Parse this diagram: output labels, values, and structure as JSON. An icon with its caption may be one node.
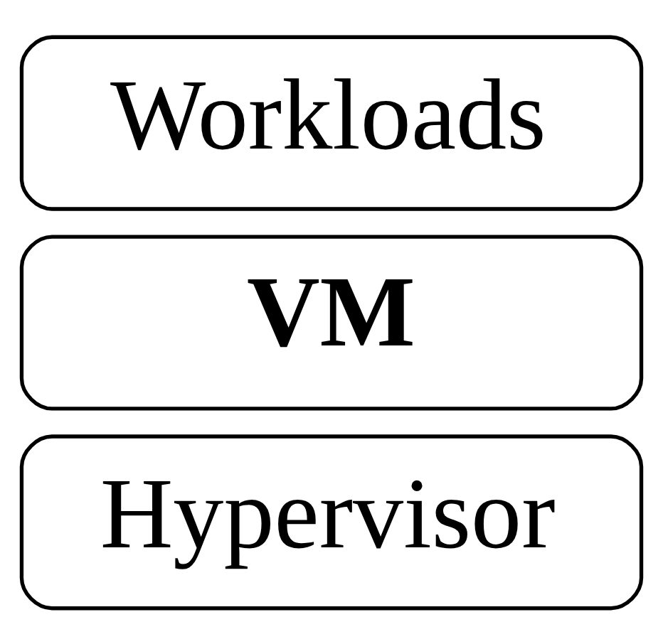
{
  "diagram": {
    "nodes": [
      {
        "text": [
          "Workloads"
        ]
      },
      {
        "text": [
          "VM"
        ]
      },
      {
        "text": [
          "Hypervisor"
        ]
      }
    ]
  }
}
